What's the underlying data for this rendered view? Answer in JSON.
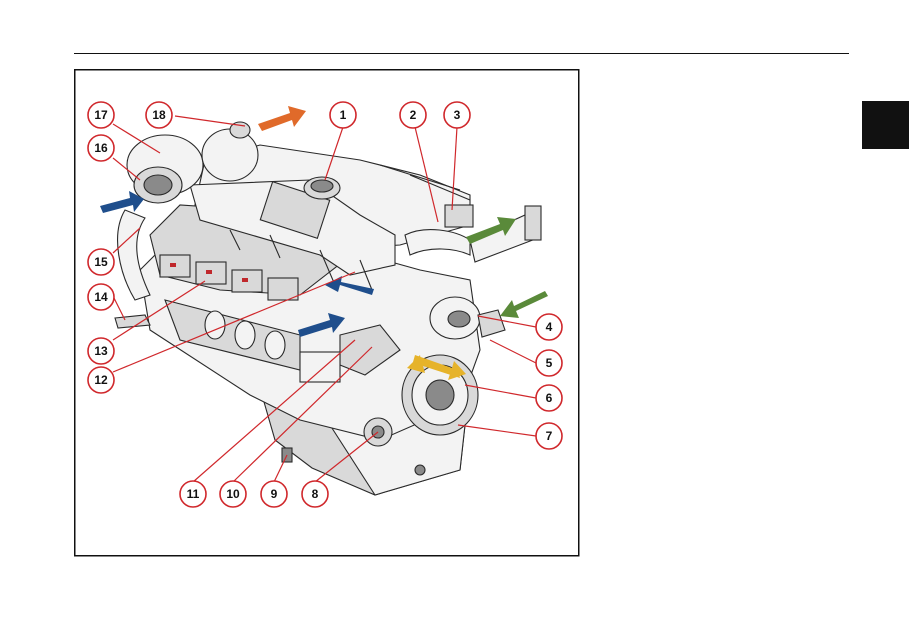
{
  "page": {
    "section_tab_color": "#111111"
  },
  "figure": {
    "description_kind": "engine-component-callout-diagram",
    "callout_color": "#d0282c",
    "arrow_colors": {
      "exhaust": "#e06a2a",
      "intake_air": "#1f4e8c",
      "coolant": "#5a8a3a",
      "fuel": "#e6b32a"
    },
    "callouts": [
      "1",
      "2",
      "3",
      "4",
      "5",
      "6",
      "7",
      "8",
      "9",
      "10",
      "11",
      "12",
      "13",
      "14",
      "15",
      "16",
      "17",
      "18"
    ]
  }
}
